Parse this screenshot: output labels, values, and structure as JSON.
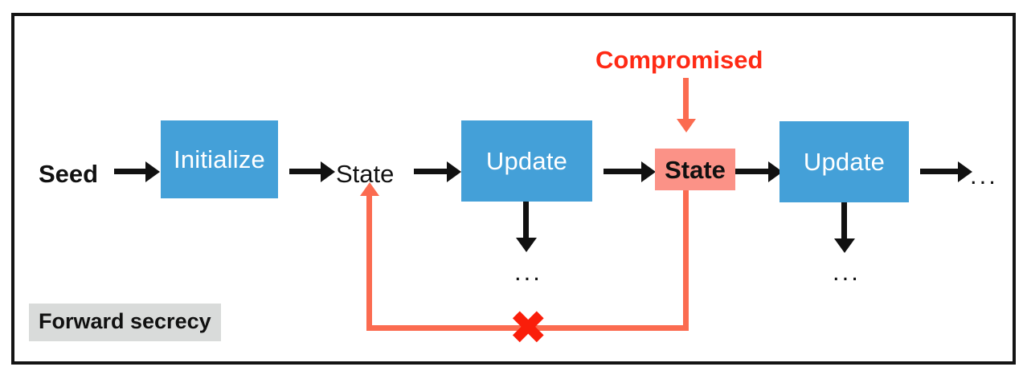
{
  "diagram": {
    "title": "Forward secrecy",
    "corner_label": "Forward secrecy",
    "colors": {
      "process_box": "#44a0d8",
      "compromised_highlight": "#fb9287",
      "compromised_text": "#ff2a15",
      "arrow_red": "#fb6b50",
      "arrow_black": "#111111",
      "x_mark": "#fa1e0a",
      "corner_label_bg": "#d9dbda",
      "frame": "#141414"
    },
    "nodes": {
      "seed": "Seed",
      "initialize": "Initialize",
      "state_1": "State",
      "update_1": "Update",
      "state_2": "State",
      "update_2": "Update",
      "tail_ellipsis": "...",
      "output_1": "...",
      "output_2": "..."
    },
    "annotations": {
      "compromised": "Compromised",
      "blocked_mark": "✖"
    }
  }
}
